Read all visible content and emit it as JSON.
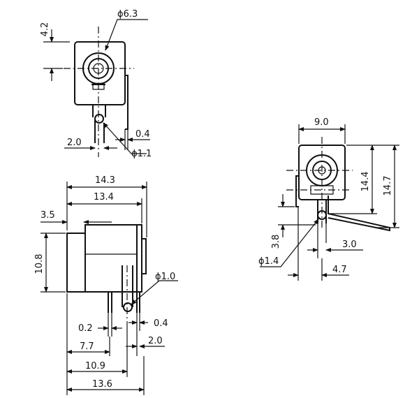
{
  "top_view": {
    "dim_offset": "4.2",
    "dim_diameter": "ϕ6.3",
    "dim_pin_thk": "0.4",
    "dim_pin_off": "2.0",
    "dim_pin_dia": "ϕ1.1"
  },
  "side_view": {
    "dim_total": "14.3",
    "dim_body": "13.4",
    "dim_front": "3.5",
    "dim_height": "10.8",
    "dim_hole": "ϕ1.0",
    "dim_pin_w": "0.2",
    "dim_pin_t": "0.4",
    "dim_77": "7.7",
    "dim_20": "2.0",
    "dim_109": "10.9",
    "dim_136": "13.6"
  },
  "front_view": {
    "dim_width": "9.0",
    "dim_h1": "14.4",
    "dim_h2": "14.7",
    "dim_38": "3.8",
    "dim_30": "3.0",
    "dim_dia": "ϕ1.4",
    "dim_47": "4.7"
  }
}
